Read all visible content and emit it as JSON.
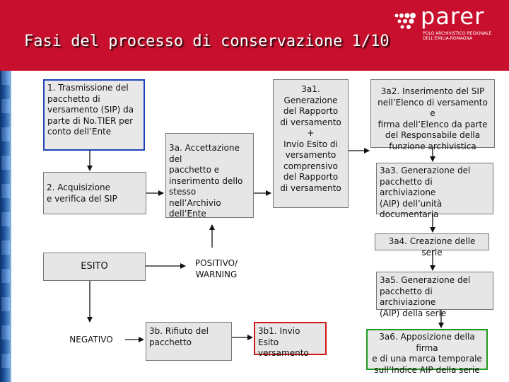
{
  "header": {
    "title": "Fasi del processo di conservazione 1/10",
    "logo_word": "parer",
    "logo_sub_line1": "POLO ARCHIVISTICO REGIONALE",
    "logo_sub_line2": "DELL'EMILIA-ROMAGNA",
    "accent_color": "#c8102e"
  },
  "steps": {
    "step1": "1. Trasmissione del\npacchetto di\nversamento (SIP) da\nparte di No.TIER per\nconto dell’Ente",
    "step2": "2. Acquisizione\ne verifica del SIP",
    "step3a": "3a. Accettazione del\npacchetto e\ninserimento dello\nstesso nell’Archivio\ndell’Ente",
    "step3a1": "3a1.\nGenerazione\ndel Rapporto\ndi versamento\n+\nInvio Esito di\nversamento\ncomprensivo\ndel Rapporto\ndi versamento",
    "step3a2": "3a2. Inserimento del SIP\nnell’Elenco di versamento e\nfirma dell’Elenco da parte\ndel Responsabile della\nfunzione archivistica",
    "step3a3": "3a3. Generazione del\npacchetto di archiviazione\n(AIP) dell’unità\ndocumentaria",
    "step3a4": "3a4. Creazione delle serie",
    "step3a5": "3a5. Generazione del\npacchetto di archiviazione\n(AIP) della serie",
    "step3a6": "3a6. Apposizione della firma\ne di una marca temporale\nsull’Indice AIP della serie",
    "esito": "ESITO",
    "positivo": "POSITIVO/\nWARNING",
    "negativo": "NEGATIVO",
    "step3b": "3b. Rifiuto del\npacchetto",
    "step3b1": "3b1. Invio Esito\nversamento"
  }
}
